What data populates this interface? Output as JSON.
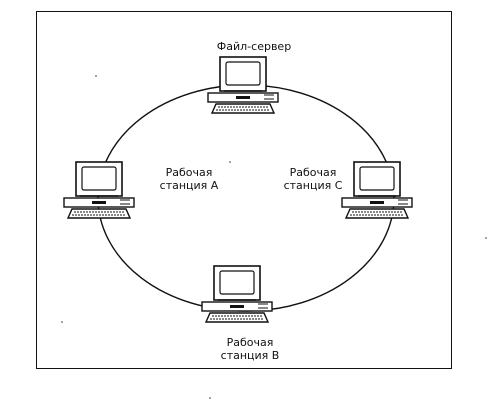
{
  "diagram": {
    "type": "ring-network",
    "nodes": {
      "server": {
        "label": "Файл-сервер"
      },
      "station_a": {
        "line1": "Рабочая",
        "line2": "станция А"
      },
      "station_c": {
        "line1": "Рабочая",
        "line2": "станция С"
      },
      "station_b": {
        "line1": "Рабочая",
        "line2": "станция В"
      }
    },
    "node_icon": "desktop-computer-icon",
    "colors": {
      "ink": "#111111",
      "background": "#ffffff"
    }
  }
}
